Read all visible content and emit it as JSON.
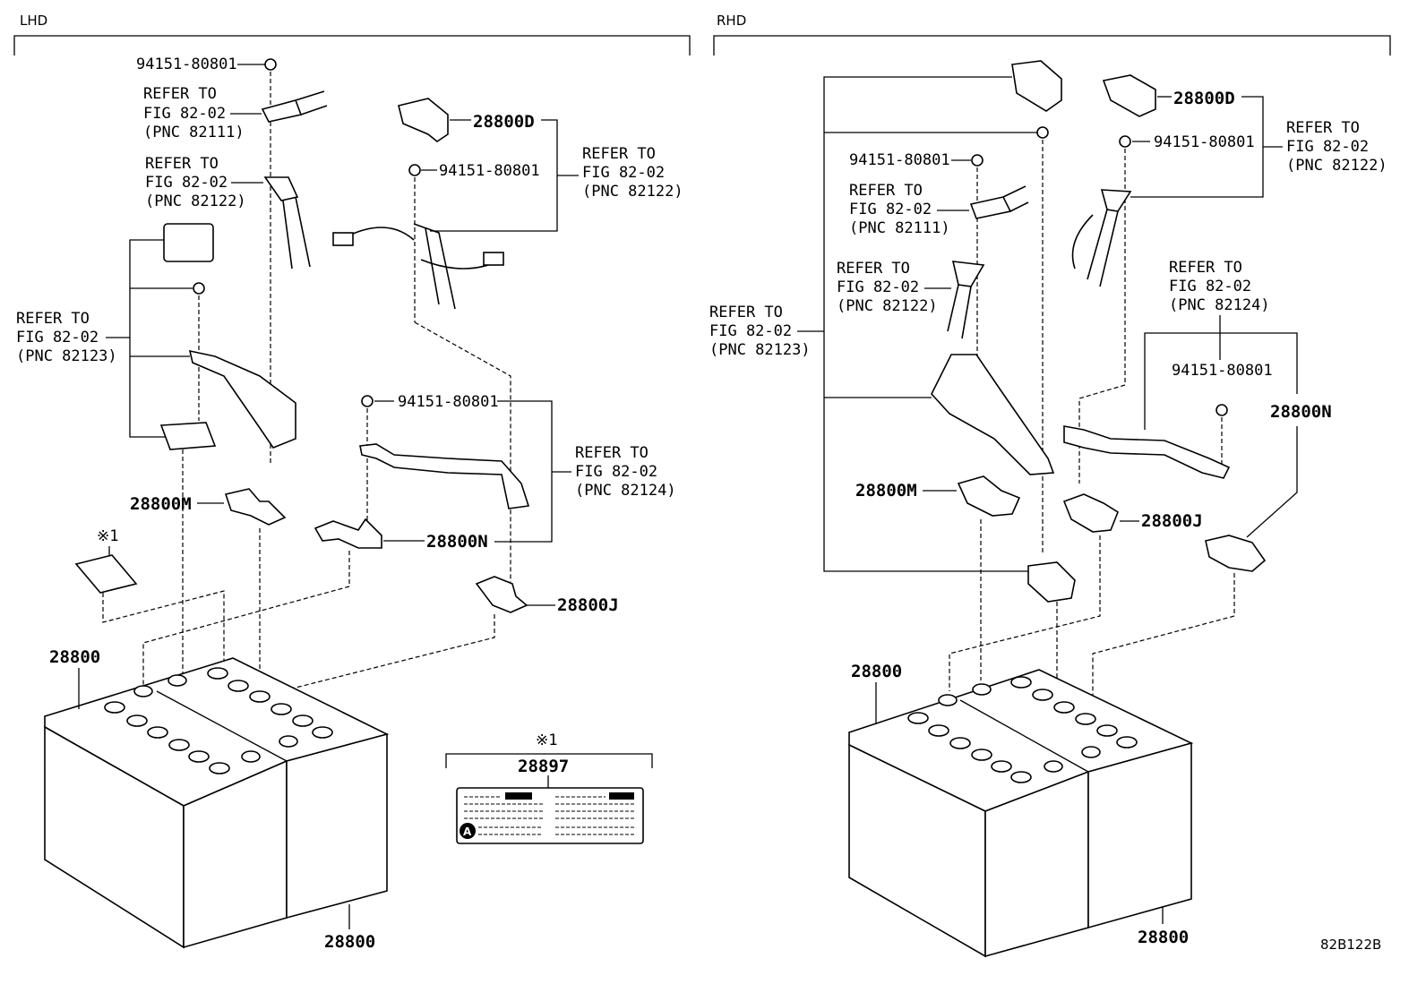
{
  "sections": {
    "lhd": "LHD",
    "rhd": "RHD"
  },
  "refer": {
    "refer_to": "REFER TO",
    "fig": "FIG 82-02",
    "pnc_82111": "(PNC 82111)",
    "pnc_82122": "(PNC 82122)",
    "pnc_82123": "(PNC 82123)",
    "pnc_82124": "(PNC 82124)"
  },
  "parts": {
    "nut": "94151-80801",
    "cover_d": "28800D",
    "terminal_m": "28800M",
    "terminal_n": "28800N",
    "terminal_j": "28800J",
    "battery": "28800",
    "label": "28897",
    "note_mark": "※1"
  },
  "label_badge": "A",
  "figure_code": "82B122B"
}
